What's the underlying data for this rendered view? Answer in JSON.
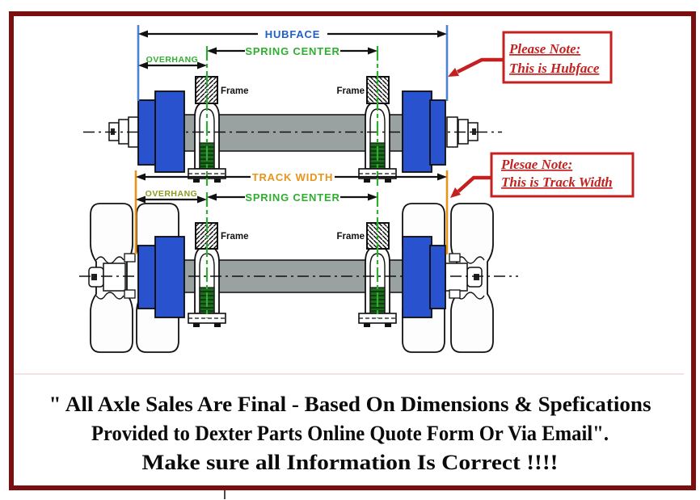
{
  "diagram_top": {
    "hubface": "HUBFACE",
    "spring_center": "SPRING CENTER",
    "overhang": "OVERHANG",
    "frame_left": "Frame",
    "frame_right": "Frame"
  },
  "diagram_bottom": {
    "track_width": "TRACK WIDTH",
    "spring_center": "SPRING CENTER",
    "overhang": "OVERHANG",
    "frame_left": "Frame",
    "frame_right": "Frame"
  },
  "callouts": {
    "hubface": {
      "line1": "Please Note:",
      "line2": "This is Hubface"
    },
    "track_width": {
      "line1": "Plesae Note:",
      "line2": "This is Track Width"
    }
  },
  "disclaimer": {
    "line1": "\" All Axle Sales Are Final - Based On Dimensions & Spefications",
    "line2": "Provided to Dexter Parts Online Quote Form Or Via Email\".",
    "line3": "Make sure all Information Is Correct !!!!"
  },
  "colors": {
    "border": "#7B0E0E",
    "hubface_blue": "#1F5FC8",
    "hubface_line_blue": "#4A82D4",
    "spring_green": "#2FAF2F",
    "track_orange": "#E8941A",
    "overhang_olive": "#8F9B1E",
    "callout_red": "#C42020",
    "drum_blue": "#2952CE",
    "beam_gray": "#9AA1A1",
    "spring_coil_green": "#1E6B1E"
  }
}
